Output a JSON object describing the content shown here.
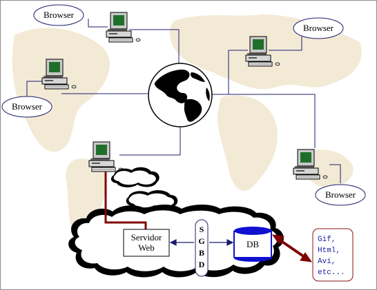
{
  "diagram": {
    "browser_label": "Browser",
    "server": {
      "line1": "Servidor",
      "line2": "Web"
    },
    "sgbd_letters": [
      "S",
      "G",
      "B",
      "D"
    ],
    "db_label": "DB",
    "files": [
      "Gif,",
      "Html,",
      "Avi,",
      "etc..."
    ]
  },
  "colors": {
    "network_line": "#1c1c6e",
    "server_link": "#800000",
    "db_cylinder": "#1010d0",
    "files_text": "#1a1aa0",
    "files_border": "#8a1010",
    "world_background": "#f3ead6"
  }
}
